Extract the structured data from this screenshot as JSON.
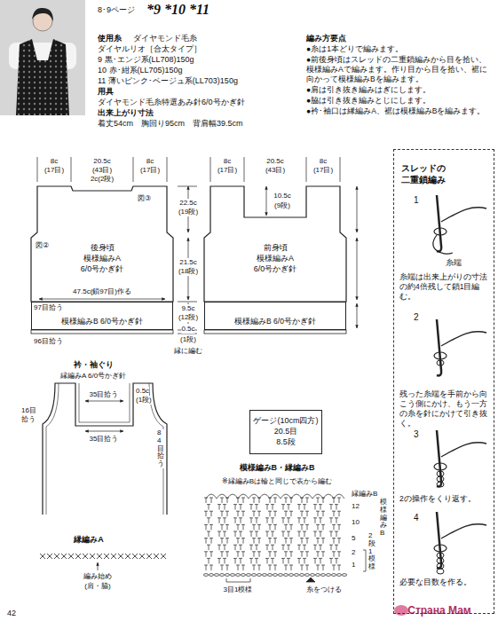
{
  "diagram": {
    "title": "*9 *10 *11",
    "nodes": [
      {
        "text": [
          "後身頃",
          "模様編みA",
          "6/0号かぎ針"
        ]
      },
      {
        "text": [
          "模様編みB 6/0号かぎ針"
        ]
      },
      {
        "text": [
          "前身頃",
          "模様編みA",
          "6/0号かぎ針"
        ]
      },
      {
        "text": [
          "模様編みB 6/0号かぎ針"
        ]
      },
      {
        "text": [
          "ゲージ(10cm四方)",
          "20.5目",
          "8.5段"
        ]
      },
      {
        "text": [
          "スレッドの二重鎖編み",
          "1",
          "糸端",
          "糸端は出来上がりの寸法の約4倍残して鎖1目編む。",
          "2",
          "残った糸端を手前から向こう側にかけ、もう一方の糸を針にかけて引き抜く。",
          "3",
          "2の操作をくり返す。",
          "4",
          "必要な目数を作る。"
        ]
      }
    ],
    "labels": [
      "8･9ページ",
      "使用糸",
      "ダイヤモンド毛糸",
      "ダイヤルリオ［合太タイプ］",
      "9 黒･エンジ系(LL708)150g",
      "10 赤･紺系(LL705)150g",
      "11 薄いピンク･ベージュ系(LL703)150g",
      "用具",
      "ダイヤモンド毛糸特選あみ針6/0号かぎ針",
      "出来上がり寸法",
      "着丈54cm　胸回り95cm　背肩幅39.5cm",
      "編み方要点",
      "●糸は1本どりで編みます。",
      "●前後身頃はスレッドの二重鎖編みから目を拾い、模様編みAで編みます。作り目から目を拾い、裾に向かって模様編みBを編みます。",
      "●肩は引き抜き編みはぎにします。",
      "●脇は引き抜き編みとじにします。",
      "●衿･袖口は縁編みA、裾は模様編みBを編みます。",
      "8c",
      "(17目)",
      "20.5c",
      "(43目)",
      "8c",
      "(17目)",
      "2c(2段)",
      "図③",
      "図②",
      "22.5c",
      "(19段)",
      "21.5c",
      "(18段)",
      "47.5c(鎖97目)作る",
      "97目拾う",
      "96目拾う",
      "9.5c",
      "(12段)",
      "0.5c",
      "(1段)",
      "縁に編む",
      "8c",
      "(17目)",
      "20.5c",
      "(43目)",
      "8c",
      "(17目)",
      "10.5c",
      "(9段)",
      "衿・袖ぐり",
      "縁編みA 6/0号かぎ針",
      "0.5c",
      "(1段)",
      "35目拾う",
      "35目拾う",
      "16目拾う",
      "84目拾う",
      "縁編みA",
      "編み始め",
      "(肩・脇)",
      "模様編みB・縁編みB",
      "※縁編みBは輪と同じで表から編む",
      "縁編みB",
      "12",
      "10",
      "5",
      "2",
      "1",
      "2段1模様",
      "模様編みB",
      "3目1模様",
      "糸をつける",
      "42",
      "Страна Мам"
    ]
  }
}
